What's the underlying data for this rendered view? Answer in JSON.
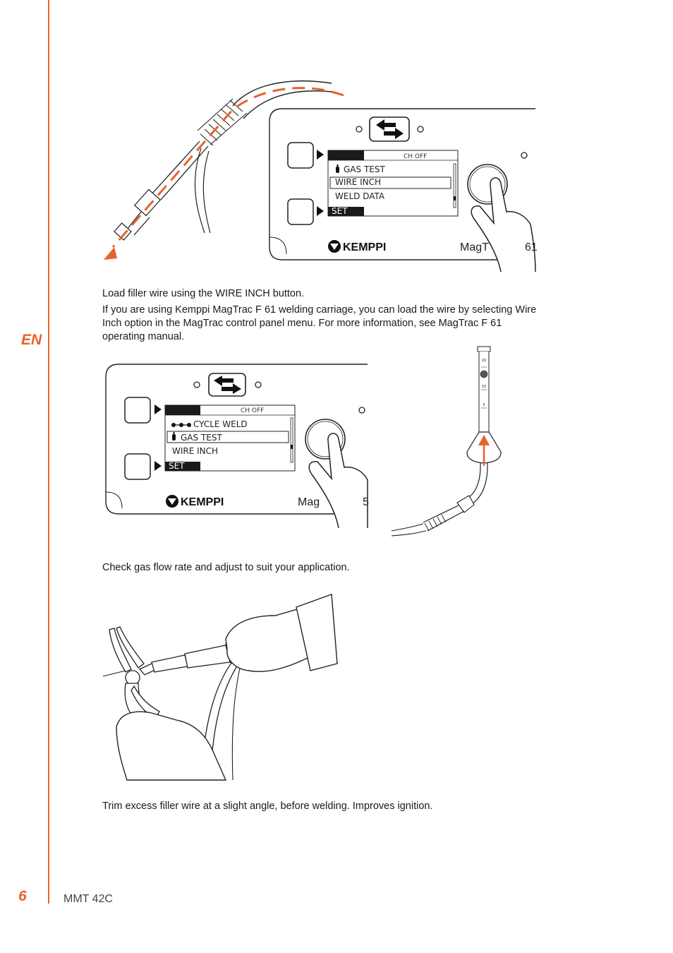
{
  "sidebar": {
    "language": "EN"
  },
  "panel1": {
    "status": "CH OFF",
    "menu": [
      "GAS TEST",
      "WIRE INCH",
      "WELD DATA"
    ],
    "selected_index": 1,
    "softkey": "SET",
    "brand": "KEMPPI",
    "model": "MagT",
    "model_tail": "61"
  },
  "caption1": {
    "line1": "Load filler wire using the WIRE INCH button.",
    "line2": "If you are using Kemppi MagTrac F 61 welding carriage, you can load the wire by selecting Wire Inch option in the MagTrac control panel menu. For more information, see MagTrac F 61 operating manual."
  },
  "panel2": {
    "status": "CH OFF",
    "menu": [
      "CYCLE WELD",
      "GAS TEST",
      "WIRE INCH"
    ],
    "selected_index": 1,
    "softkey": "SET",
    "brand": "KEMPPI",
    "model": "Mag",
    "model_tail": "5"
  },
  "flowmeter": {
    "scale": [
      "20",
      "10",
      "5"
    ]
  },
  "caption2": "Check gas flow rate and adjust to suit your application.",
  "caption3": "Trim excess filler wire at a slight angle, before welding. Improves ignition.",
  "footer": {
    "page_number": "6",
    "doc_title": "MMT 42C"
  },
  "colors": {
    "accent": "#e8622c",
    "ink": "#1a1a1a",
    "lcd_bar": "#1a1a1a"
  }
}
